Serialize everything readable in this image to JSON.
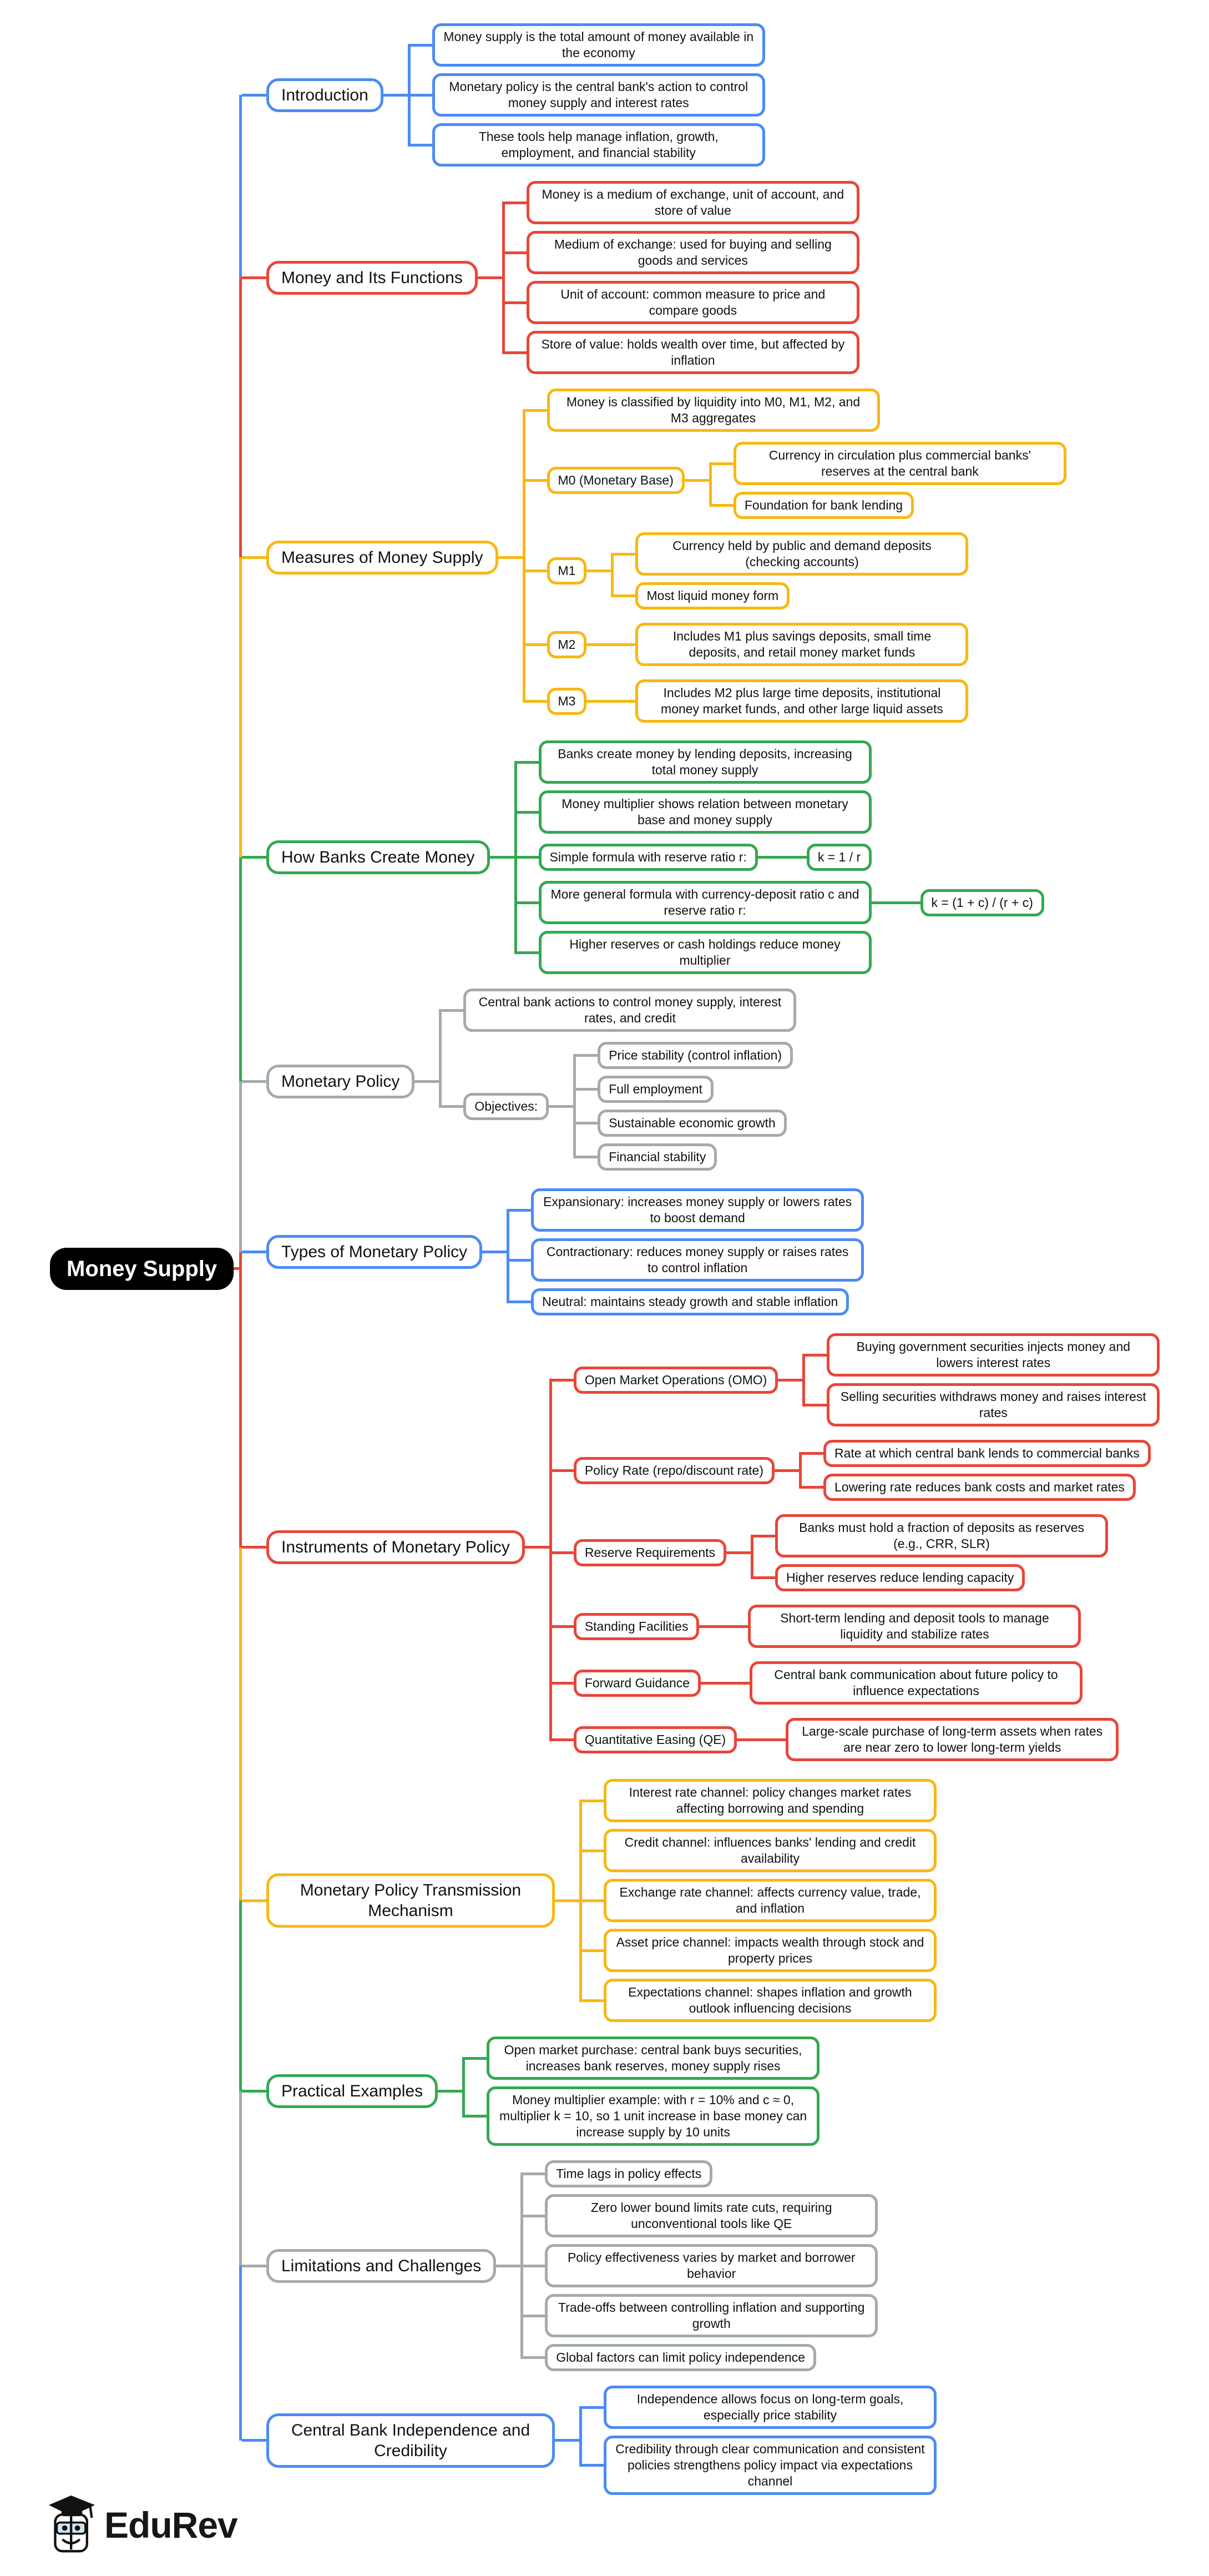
{
  "root": {
    "label": "Money Supply"
  },
  "colors": {
    "blue": "#4b8bf5",
    "red": "#e8463a",
    "yellow": "#f9b711",
    "green": "#33a852",
    "gray": "#a4abaa"
  },
  "logo": {
    "text": "EduRev",
    "icon": "graduation-cap-mascot-icon"
  },
  "branches": [
    {
      "label": "Introduction",
      "color": "blue",
      "children": [
        {
          "text": "Money supply is the total amount of money available in the economy"
        },
        {
          "text": "Monetary policy is the central bank's action to control money supply and interest rates"
        },
        {
          "text": "These tools help manage inflation, growth, employment, and financial stability"
        }
      ]
    },
    {
      "label": "Money and Its Functions",
      "color": "red",
      "children": [
        {
          "text": "Money is a medium of exchange, unit of account, and store of value"
        },
        {
          "text": "Medium of exchange: used for buying and selling goods and services"
        },
        {
          "text": "Unit of account: common measure to price and compare goods"
        },
        {
          "text": "Store of value: holds wealth over time, but affected by inflation"
        }
      ]
    },
    {
      "label": "Measures of Money Supply",
      "color": "yellow",
      "children": [
        {
          "text": "Money is classified by liquidity into M0, M1, M2, and M3 aggregates"
        },
        {
          "text": "M0 (Monetary Base)",
          "children": [
            {
              "text": "Currency in circulation plus commercial banks' reserves at the central bank"
            },
            {
              "text": "Foundation for bank lending"
            }
          ]
        },
        {
          "text": "M1",
          "children": [
            {
              "text": "Currency held by public and demand deposits (checking accounts)"
            },
            {
              "text": "Most liquid money form"
            }
          ]
        },
        {
          "text": "M2",
          "children": [
            {
              "text": "Includes M1 plus savings deposits, small time deposits, and retail money market funds"
            }
          ]
        },
        {
          "text": "M3",
          "children": [
            {
              "text": "Includes M2 plus large time deposits, institutional money market funds, and other large liquid assets"
            }
          ]
        }
      ]
    },
    {
      "label": "How Banks Create Money",
      "color": "green",
      "children": [
        {
          "text": "Banks create money by lending deposits, increasing total money supply"
        },
        {
          "text": "Money multiplier shows relation between monetary base and money supply"
        },
        {
          "text": "Simple formula with reserve ratio r:",
          "children": [
            {
              "text": "k = 1 / r"
            }
          ]
        },
        {
          "text": "More general formula with currency-deposit ratio c and reserve ratio r:",
          "children": [
            {
              "text": "k = (1 + c) / (r + c)"
            }
          ]
        },
        {
          "text": "Higher reserves or cash holdings reduce money multiplier"
        }
      ]
    },
    {
      "label": "Monetary Policy",
      "color": "gray",
      "children": [
        {
          "text": "Central bank actions to control money supply, interest rates, and credit"
        },
        {
          "text": "Objectives:",
          "children": [
            {
              "text": "Price stability (control inflation)"
            },
            {
              "text": "Full employment"
            },
            {
              "text": "Sustainable economic growth"
            },
            {
              "text": "Financial stability"
            }
          ]
        }
      ]
    },
    {
      "label": "Types of Monetary Policy",
      "color": "blue",
      "children": [
        {
          "text": "Expansionary: increases money supply or lowers rates to boost demand"
        },
        {
          "text": "Contractionary: reduces money supply or raises rates to control inflation"
        },
        {
          "text": "Neutral: maintains steady growth and stable inflation"
        }
      ]
    },
    {
      "label": "Instruments of Monetary Policy",
      "color": "red",
      "children": [
        {
          "text": "Open Market Operations (OMO)",
          "children": [
            {
              "text": "Buying government securities injects money and lowers interest rates"
            },
            {
              "text": "Selling securities withdraws money and raises interest rates"
            }
          ]
        },
        {
          "text": "Policy Rate (repo/discount rate)",
          "children": [
            {
              "text": "Rate at which central bank lends to commercial banks"
            },
            {
              "text": "Lowering rate reduces bank costs and market rates"
            }
          ]
        },
        {
          "text": "Reserve Requirements",
          "children": [
            {
              "text": "Banks must hold a fraction of deposits as reserves (e.g., CRR, SLR)"
            },
            {
              "text": "Higher reserves reduce lending capacity"
            }
          ]
        },
        {
          "text": "Standing Facilities",
          "children": [
            {
              "text": "Short-term lending and deposit tools to manage liquidity and stabilize rates"
            }
          ]
        },
        {
          "text": "Forward Guidance",
          "children": [
            {
              "text": "Central bank communication about future policy to influence expectations"
            }
          ]
        },
        {
          "text": "Quantitative Easing (QE)",
          "children": [
            {
              "text": "Large-scale purchase of long-term assets when rates are near zero to lower long-term yields"
            }
          ]
        }
      ]
    },
    {
      "label": "Monetary Policy Transmission Mechanism",
      "color": "yellow",
      "children": [
        {
          "text": "Interest rate channel: policy changes market rates affecting borrowing and spending"
        },
        {
          "text": "Credit channel: influences banks' lending and credit availability"
        },
        {
          "text": "Exchange rate channel: affects currency value, trade, and inflation"
        },
        {
          "text": "Asset price channel: impacts wealth through stock and property prices"
        },
        {
          "text": "Expectations channel: shapes inflation and growth outlook influencing decisions"
        }
      ]
    },
    {
      "label": "Practical Examples",
      "color": "green",
      "children": [
        {
          "text": "Open market purchase: central bank buys securities, increases bank reserves, money supply rises"
        },
        {
          "text": "Money multiplier example: with r = 10% and c ≈ 0, multiplier k = 10, so 1 unit increase in base money can increase supply by 10 units"
        }
      ]
    },
    {
      "label": "Limitations and Challenges",
      "color": "gray",
      "children": [
        {
          "text": "Time lags in policy effects"
        },
        {
          "text": "Zero lower bound limits rate cuts, requiring unconventional tools like QE"
        },
        {
          "text": "Policy effectiveness varies by market and borrower behavior"
        },
        {
          "text": "Trade-offs between controlling inflation and supporting growth"
        },
        {
          "text": "Global factors can limit policy independence"
        }
      ]
    },
    {
      "label": "Central Bank Independence and Credibility",
      "color": "blue",
      "children": [
        {
          "text": "Independence allows focus on long-term goals, especially price stability"
        },
        {
          "text": "Credibility through clear communication and consistent policies strengthens policy impact via expectations channel"
        }
      ]
    }
  ]
}
